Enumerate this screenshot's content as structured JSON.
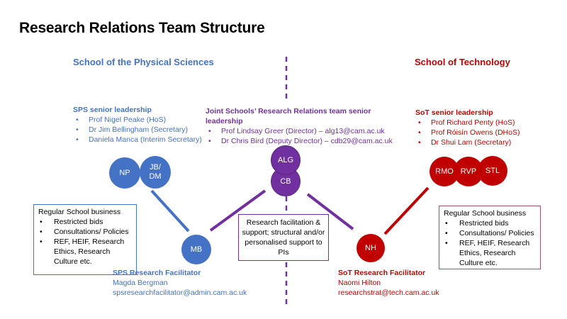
{
  "title": "Research Relations Team Structure",
  "schools": {
    "sps": {
      "name": "School of the Physical Sciences",
      "color": "#4472c4"
    },
    "sot": {
      "name": "School of Technology",
      "color": "#c00000"
    }
  },
  "joint_color": "#7030a0",
  "sps_leadership": {
    "heading": "SPS senior leadership",
    "items": [
      "Prof Nigel Peake (HoS)",
      "Dr Jim Bellingham (Secretary)",
      "Daniela Manca (Interim Secretary)"
    ]
  },
  "joint_leadership": {
    "heading": "Joint Schools’ Research Relations team senior leadership",
    "items": [
      "Prof Lindsay Greer (Director) – alg13@cam.ac.uk",
      "Dr Chris Bird (Deputy Director) – cdb29@cam.ac.uk"
    ]
  },
  "sot_leadership": {
    "heading": "SoT senior leadership",
    "items": [
      "Prof Richard Penty (HoS)",
      "Prof Róisín Owens (DHoS)",
      "Dr Shui Lam (Secretary)"
    ]
  },
  "nodes": {
    "np": "NP",
    "jbdm": "JB/ DM",
    "alg": "ALG",
    "cb": "CB",
    "rmo": "RMO",
    "rvp": "RVP",
    "stl": "STL",
    "mb": "MB",
    "nh": "NH"
  },
  "business_box": {
    "heading": "Regular School business",
    "items": [
      "Restricted bids",
      "Consultations/ Policies",
      "REF, HEIF, Research Ethics, Research Culture etc."
    ]
  },
  "central_box": "Research facilitation & support; structural and/or personalised support to PIs",
  "sps_facilitator": {
    "heading": "SPS Research Facilitator",
    "name": "Magda Bergman",
    "email": "spsresearchfacilitator@admin.cam.ac.uk"
  },
  "sot_facilitator": {
    "heading": "SoT Research Facilitator",
    "name": "Naomi Hilton",
    "email": "researchstrat@tech.cam.ac.uk"
  }
}
